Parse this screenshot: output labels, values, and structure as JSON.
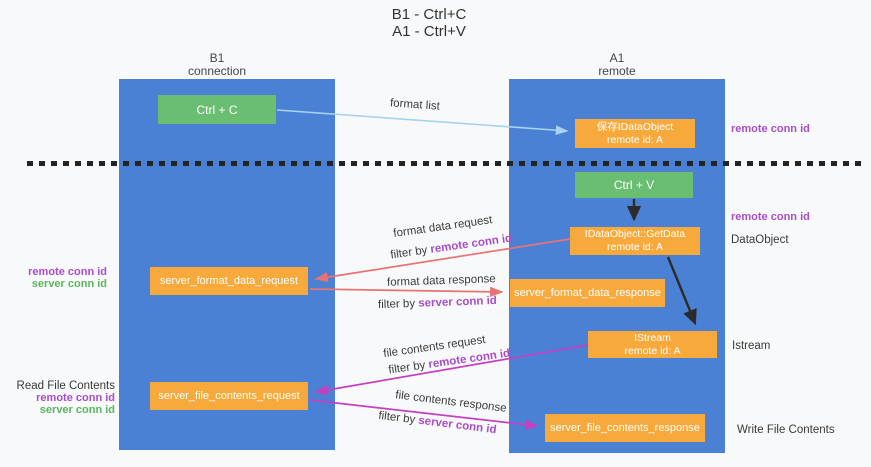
{
  "title": {
    "line1": "B1 - Ctrl+C",
    "line2": "A1 - Ctrl+V"
  },
  "colors": {
    "column_blue": "#4b81d5",
    "box_orange": "#f7a93c",
    "box_green": "#6abe71",
    "purple_text": "#a94dc9",
    "green_text": "#5cb65f",
    "arrow_lightblue": "#a6d3ef",
    "arrow_red": "#e87373",
    "arrow_magenta": "#c73ec1",
    "arrow_black": "#2b2b2b"
  },
  "lifelines": {
    "left": {
      "name": "B1",
      "role": "connection"
    },
    "right": {
      "name": "A1",
      "role": "remote"
    }
  },
  "nodes": {
    "ctrl_c": {
      "label": "Ctrl + C"
    },
    "save_idataobject": {
      "line1": "保存IDataObject",
      "line2": "remote id: A"
    },
    "ctrl_v": {
      "label": "Ctrl + V"
    },
    "getdata": {
      "line1": "IDataObject::GetData",
      "line2": "remote id: A"
    },
    "server_format_data_request": {
      "label": "server_format_data_request"
    },
    "server_format_data_response": {
      "label": "server_format_data_response"
    },
    "istream": {
      "line1": "IStream",
      "line2": "remote id: A"
    },
    "server_file_contents_request": {
      "label": "server_file_contents_request"
    },
    "server_file_contents_response": {
      "label": "server_file_contents_response"
    }
  },
  "arrow_labels": {
    "format_list": "format list",
    "format_data_request": "format data request",
    "format_data_response": "format data response",
    "file_contents_request": "file contents request",
    "file_contents_response": "file contents response",
    "filter_by": "filter by ",
    "remote_conn_id": "remote conn id",
    "server_conn_id": "server conn id"
  },
  "side_labels": {
    "remote_conn_id": "remote conn id",
    "server_conn_id": "server conn id",
    "dataobject": "DataObject",
    "istream": "Istream",
    "read_file_contents": "Read File Contents",
    "write_file_contents": "Write File Contents"
  }
}
